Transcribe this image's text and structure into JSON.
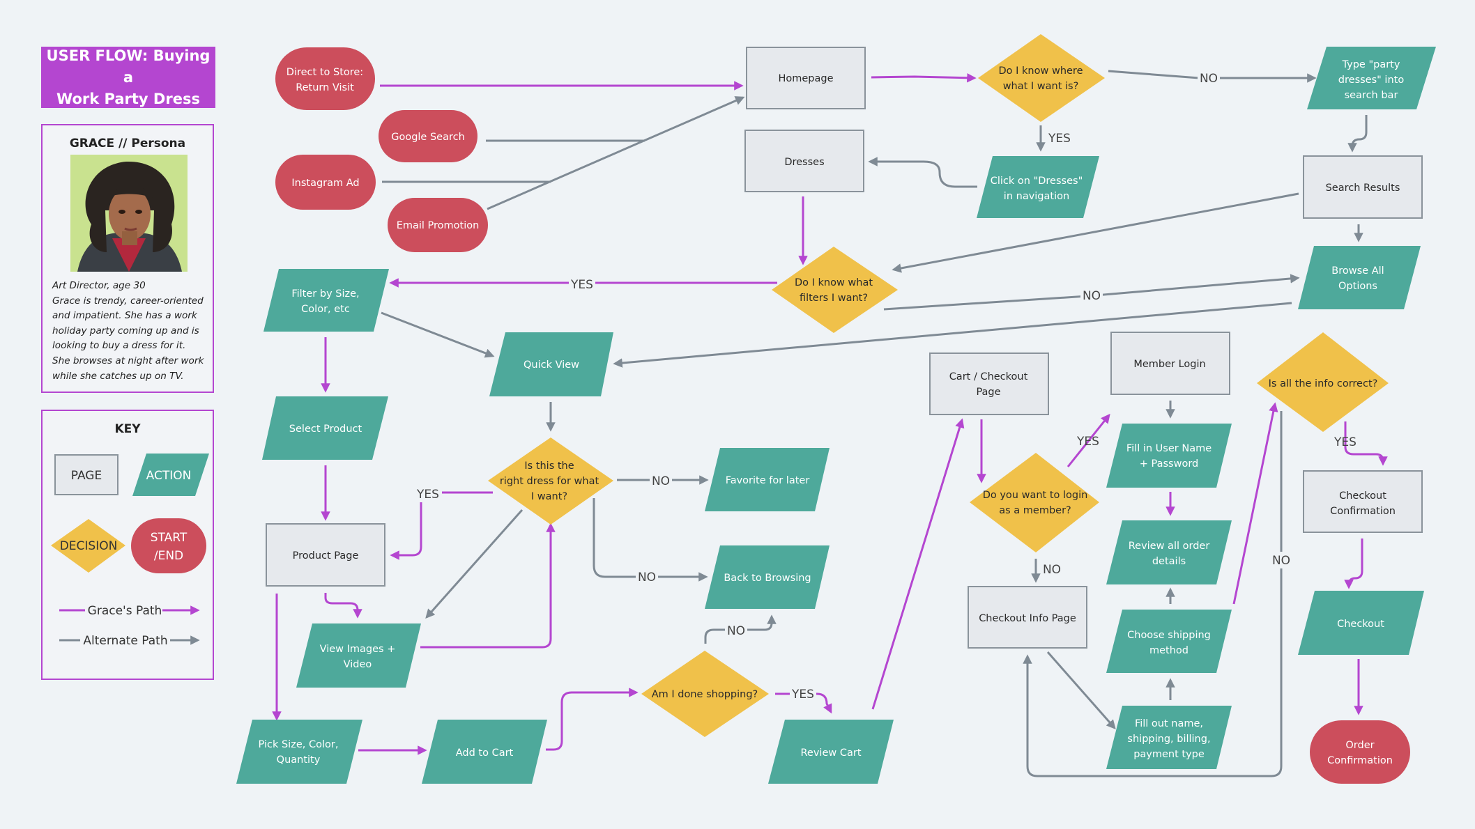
{
  "title": [
    "USER FLOW: Buying a",
    "Work Party Dress"
  ],
  "persona": {
    "name": "GRACE // Persona",
    "lines": [
      "Art Director, age 30",
      "Grace is trendy, career-oriented",
      "and impatient. She has a work",
      "holiday party coming up and is",
      "looking to buy a  dress for it.",
      "She browses at night after work",
      "while she catches up on TV."
    ]
  },
  "key": {
    "title": "KEY",
    "page": "PAGE",
    "action": "ACTION",
    "decision": "DECISION",
    "start_end": [
      "START",
      "/END"
    ],
    "grace_path": "Grace's Path",
    "alternate_path": "Alternate Path"
  },
  "colors": {
    "purple": "#b446d0",
    "teal": "#4ea99b",
    "yellow": "#f0c14a",
    "red": "#cc4e5c",
    "page_fill": "#e6e9ed",
    "page_stroke": "#8a939b",
    "gray_line": "#7f8a94"
  },
  "nodes": [
    {
      "id": "direct",
      "type": "start",
      "text": [
        "Direct to Store:",
        "Return Visit"
      ]
    },
    {
      "id": "google",
      "type": "start",
      "text": [
        "Google Search"
      ]
    },
    {
      "id": "insta",
      "type": "start",
      "text": [
        "Instagram Ad"
      ]
    },
    {
      "id": "email",
      "type": "start",
      "text": [
        "Email Promotion"
      ]
    },
    {
      "id": "homepage",
      "type": "page",
      "text": [
        "Homepage"
      ]
    },
    {
      "id": "dresses",
      "type": "page",
      "text": [
        "Dresses"
      ]
    },
    {
      "id": "knowwhere",
      "type": "decision",
      "text": [
        "Do I know where",
        "what I want is?"
      ]
    },
    {
      "id": "typeparty",
      "type": "action",
      "text": [
        "Type \"party",
        "dresses\" into",
        "search bar"
      ]
    },
    {
      "id": "clickdresses",
      "type": "action",
      "text": [
        "Click on \"Dresses\"",
        "in navigation"
      ]
    },
    {
      "id": "searchresults",
      "type": "page",
      "text": [
        "Search Results"
      ]
    },
    {
      "id": "filters",
      "type": "decision",
      "text": [
        "Do I know what",
        "filters I want?"
      ]
    },
    {
      "id": "browseall",
      "type": "action",
      "text": [
        "Browse All",
        "Options"
      ]
    },
    {
      "id": "filterby",
      "type": "action",
      "text": [
        "Filter by Size,",
        "Color, etc"
      ]
    },
    {
      "id": "quickview",
      "type": "action",
      "text": [
        "Quick View"
      ]
    },
    {
      "id": "selectproduct",
      "type": "action",
      "text": [
        "Select Product"
      ]
    },
    {
      "id": "rightdress",
      "type": "decision",
      "text": [
        "Is this the",
        "right dress for what",
        "I want?"
      ]
    },
    {
      "id": "favorite",
      "type": "action",
      "text": [
        "Favorite for later"
      ]
    },
    {
      "id": "backbrowsing",
      "type": "action",
      "text": [
        "Back to Browsing"
      ]
    },
    {
      "id": "productpage",
      "type": "page",
      "text": [
        "Product Page"
      ]
    },
    {
      "id": "viewimages",
      "type": "action",
      "text": [
        "View Images +",
        "Video"
      ]
    },
    {
      "id": "picksize",
      "type": "action",
      "text": [
        "Pick Size, Color,",
        "Quantity"
      ]
    },
    {
      "id": "addcart",
      "type": "action",
      "text": [
        "Add to Cart"
      ]
    },
    {
      "id": "doneshopping",
      "type": "decision",
      "text": [
        "Am I done shopping?"
      ]
    },
    {
      "id": "reviewcart",
      "type": "action",
      "text": [
        "Review Cart"
      ]
    },
    {
      "id": "cartcheckout",
      "type": "page",
      "text": [
        "Cart / Checkout",
        "Page"
      ]
    },
    {
      "id": "login",
      "type": "decision",
      "text": [
        "Do you want to login",
        "as a member?"
      ]
    },
    {
      "id": "memberlogin",
      "type": "page",
      "text": [
        "Member Login"
      ]
    },
    {
      "id": "fillusername",
      "type": "action",
      "text": [
        "Fill in User Name",
        "+ Password"
      ]
    },
    {
      "id": "revieworder",
      "type": "action",
      "text": [
        "Review all order",
        "details"
      ]
    },
    {
      "id": "chooseshipping",
      "type": "action",
      "text": [
        "Choose shipping",
        "method"
      ]
    },
    {
      "id": "fillout",
      "type": "action",
      "text": [
        "Fill out name,",
        "shipping, billing,",
        "payment type"
      ]
    },
    {
      "id": "checkoutinfo",
      "type": "page",
      "text": [
        "Checkout Info Page"
      ]
    },
    {
      "id": "infocorrect",
      "type": "decision",
      "text": [
        "Is all the info correct?"
      ]
    },
    {
      "id": "checkoutconfirm",
      "type": "page",
      "text": [
        "Checkout",
        "Confirmation"
      ]
    },
    {
      "id": "checkout",
      "type": "action",
      "text": [
        "Checkout"
      ]
    },
    {
      "id": "orderconfirm",
      "type": "start",
      "text": [
        "Order",
        "Confirmation"
      ]
    }
  ],
  "edge_labels": {
    "yes": "YES",
    "no": "NO"
  }
}
